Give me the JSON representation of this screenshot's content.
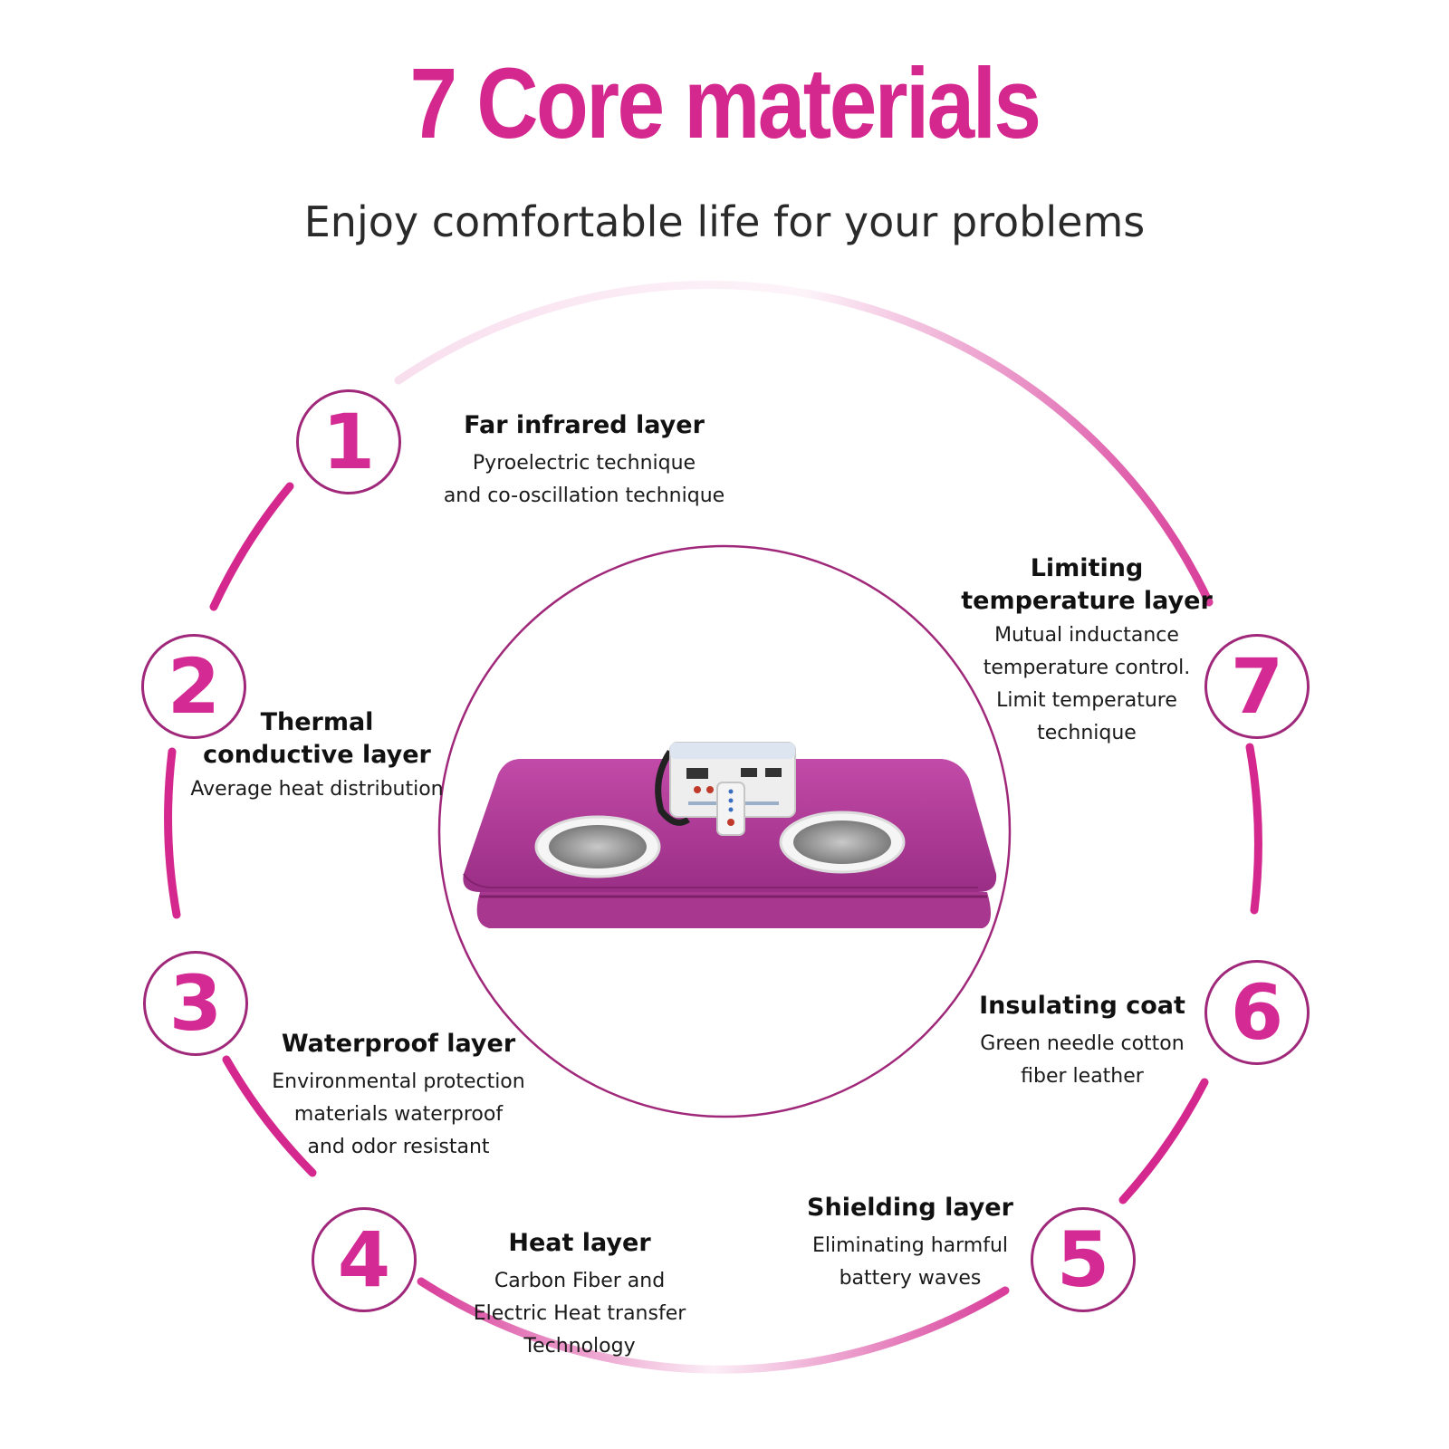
{
  "title": "7 Core materials",
  "subtitle": "Enjoy comfortable life for your problems",
  "colors": {
    "accent": "#d4288f",
    "ring": "#a0287a",
    "product": "#b0409a"
  },
  "layers": [
    {
      "number": "1",
      "heading": "Far infrared layer",
      "lines": [
        "Pyroelectric technique",
        "and co-oscillation technique"
      ]
    },
    {
      "number": "2",
      "heading_lines": [
        "Thermal",
        "conductive layer"
      ],
      "lines": [
        "Average heat distribution"
      ]
    },
    {
      "number": "3",
      "heading": "Waterproof layer",
      "lines": [
        "Environmental protection",
        "materials waterproof",
        "and odor resistant"
      ]
    },
    {
      "number": "4",
      "heading": "Heat layer",
      "lines": [
        "Carbon Fiber and",
        "Electric Heat transfer",
        "Technology"
      ]
    },
    {
      "number": "5",
      "heading": "Shielding layer",
      "lines": [
        "Eliminating harmful",
        "battery waves"
      ]
    },
    {
      "number": "6",
      "heading": "Insulating coat",
      "lines": [
        "Green needle cotton",
        "fiber leather"
      ]
    },
    {
      "number": "7",
      "heading_lines": [
        "Limiting",
        "temperature layer"
      ],
      "lines": [
        "Mutual inductance",
        "temperature control.",
        "Limit temperature",
        "technique"
      ]
    }
  ]
}
